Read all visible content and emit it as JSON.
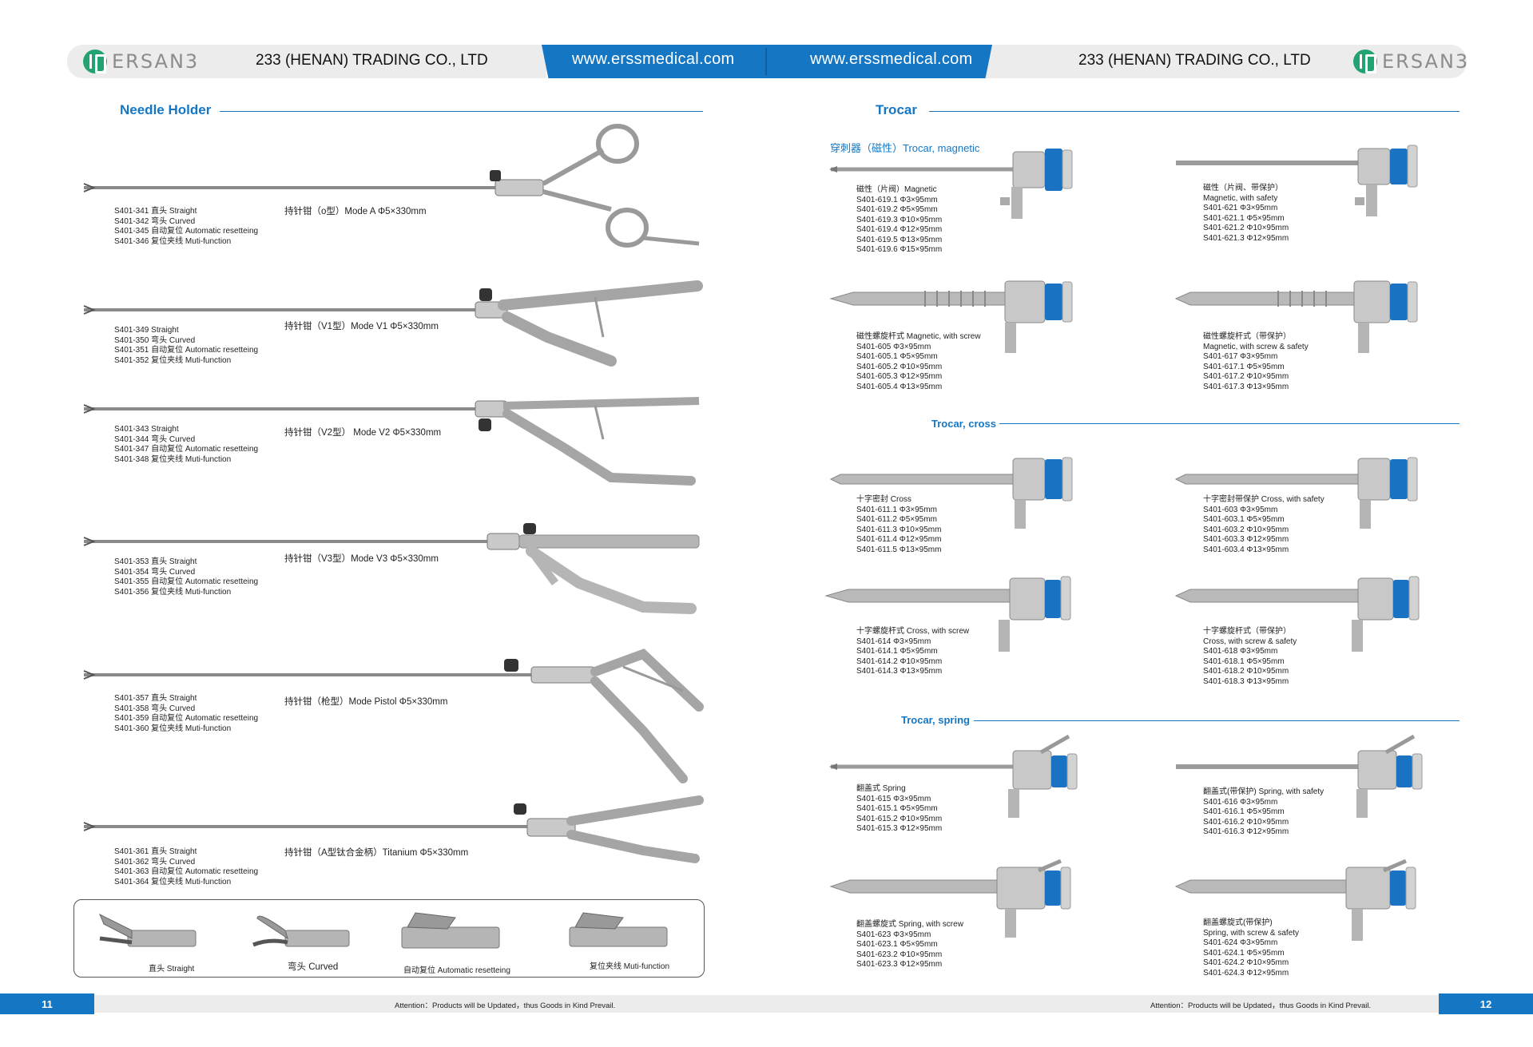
{
  "header": {
    "logo_text": "ERSAN3",
    "company_left": "233 (HENAN) TRADING CO., LTD",
    "company_right": "233 (HENAN) TRADING CO., LTD",
    "website_left": "www.erssmedical.com",
    "website_right": "www.erssmedical.com"
  },
  "left": {
    "title": "Needle Holder",
    "items": [
      {
        "model": "持针钳（o型）Mode A Φ5×330mm",
        "codes": [
          "S401-341 直头 Straight",
          "S401-342 弯头 Curved",
          "S401-345 自动复位 Automatic resetteing",
          "S401-346 复位夹线 Muti-function"
        ]
      },
      {
        "model": "持针钳（V1型）Mode V1 Φ5×330mm",
        "codes": [
          "S401-349 Straight",
          "S401-350 弯头 Curved",
          "S401-351 自动复位 Automatic resetteing",
          "S401-352 复位夹线 Muti-function"
        ]
      },
      {
        "model": "持针钳（V2型） Mode V2 Φ5×330mm",
        "codes": [
          "S401-343 Straight",
          "S401-344 弯头 Curved",
          "S401-347 自动复位 Automatic resetteing",
          "S401-348 复位夹线 Muti-function"
        ]
      },
      {
        "model": "持针钳（V3型）Mode V3 Φ5×330mm",
        "codes": [
          "S401-353 直头 Straight",
          "S401-354 弯头 Curved",
          "S401-355 自动复位 Automatic resetteing",
          "S401-356 复位夹线 Muti-function"
        ]
      },
      {
        "model": "持针钳（枪型）Mode Pistol Φ5×330mm",
        "codes": [
          "S401-357 直头 Straight",
          "S401-358 弯头 Curved",
          "S401-359 自动复位 Automatic resetteing",
          "S401-360 复位夹线 Muti-function"
        ]
      },
      {
        "model": "持针钳（A型钛合金柄）Titanium Φ5×330mm",
        "codes": [
          "S401-361 直头 Straight",
          "S401-362 弯头 Curved",
          "S401-363 自动复位 Automatic resetteing",
          "S401-364 复位夹线 Muti-function"
        ]
      }
    ],
    "tips": [
      "直头 Straight",
      "弯头 Curved",
      "自动复位 Automatic resetteing",
      "复位夹线 Muti-function"
    ]
  },
  "right": {
    "title": "Trocar",
    "magnetic_subtitle": "穿刺器（磁性）Trocar, magnetic",
    "cross_subtitle": "Trocar, cross",
    "spring_subtitle": "Trocar, spring",
    "items": [
      {
        "lines": [
          "磁性（片阀）Magnetic",
          "S401-619.1 Φ3×95mm",
          "S401-619.2 Φ5×95mm",
          "S401-619.3 Φ10×95mm",
          "S401-619.4 Φ12×95mm",
          "S401-619.5 Φ13×95mm",
          "S401-619.6 Φ15×95mm"
        ]
      },
      {
        "lines": [
          "磁性（片阀、带保护）",
          "Magnetic, with safety",
          "S401-621    Φ3×95mm",
          "S401-621.1 Φ5×95mm",
          "S401-621.2 Φ10×95mm",
          "S401-621.3 Φ12×95mm"
        ]
      },
      {
        "lines": [
          "磁性螺旋杆式 Magnetic, with screw",
          "S401-605    Φ3×95mm",
          "S401-605.1 Φ5×95mm",
          "S401-605.2 Φ10×95mm",
          "S401-605.3 Φ12×95mm",
          "S401-605.4 Φ13×95mm"
        ]
      },
      {
        "lines": [
          "磁性螺旋杆式（带保护）",
          "Magnetic, with screw & safety",
          "S401-617    Φ3×95mm",
          "S401-617.1 Φ5×95mm",
          "S401-617.2 Φ10×95mm",
          "S401-617.3 Φ13×95mm"
        ]
      },
      {
        "lines": [
          "十字密封 Cross",
          "S401-611.1 Φ3×95mm",
          "S401-611.2 Φ5×95mm",
          "S401-611.3 Φ10×95mm",
          "S401-611.4 Φ12×95mm",
          "S401-611.5 Φ13×95mm"
        ]
      },
      {
        "lines": [
          "十字密封带保护 Cross, with safety",
          "S401-603    Φ3×95mm",
          "S401-603.1 Φ5×95mm",
          "S401-603.2 Φ10×95mm",
          "S401-603.3 Φ12×95mm",
          "S401-603.4 Φ13×95mm"
        ]
      },
      {
        "lines": [
          "十字螺旋杆式 Cross, with screw",
          "S401-614    Φ3×95mm",
          "S401-614.1 Φ5×95mm",
          "S401-614.2 Φ10×95mm",
          "S401-614.3 Φ13×95mm"
        ]
      },
      {
        "lines": [
          "十字螺旋杆式（带保护）",
          "Cross, with screw & safety",
          "S401-618    Φ3×95mm",
          "S401-618.1 Φ5×95mm",
          "S401-618.2 Φ10×95mm",
          "S401-618.3 Φ13×95mm"
        ]
      },
      {
        "lines": [
          "翻盖式 Spring",
          "S401-615    Φ3×95mm",
          "S401-615.1 Φ5×95mm",
          "S401-615.2 Φ10×95mm",
          "S401-615.3 Φ12×95mm"
        ]
      },
      {
        "lines": [
          "翻盖式(带保护) Spring, with safety",
          "S401-616    Φ3×95mm",
          "S401-616.1 Φ5×95mm",
          "S401-616.2 Φ10×95mm",
          "S401-616.3 Φ12×95mm"
        ]
      },
      {
        "lines": [
          "翻盖螺旋式 Spring, with screw",
          "S401-623    Φ3×95mm",
          "S401-623.1 Φ5×95mm",
          "S401-623.2 Φ10×95mm",
          "S401-623.3 Φ12×95mm"
        ]
      },
      {
        "lines": [
          "翻盖螺旋式(带保护)",
          "Spring, with screw & safety",
          "S401-624    Φ3×95mm",
          "S401-624.1 Φ5×95mm",
          "S401-624.2 Φ10×95mm",
          "S401-624.3 Φ12×95mm"
        ]
      }
    ]
  },
  "footer": {
    "page_left": "11",
    "page_right": "12",
    "note_left": "Attention：Products will be Updated，thus Goods in Kind Prevail.",
    "note_right": "Attention：Products will be Updated，thus Goods in Kind Prevail."
  },
  "colors": {
    "accent": "#1577c4",
    "logo_green": "#23a371",
    "header_gray": "#ececec"
  }
}
